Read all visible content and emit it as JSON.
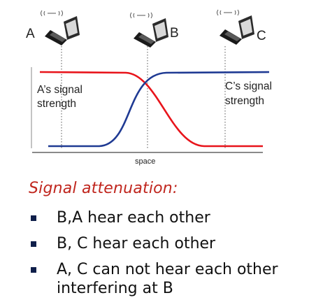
{
  "stations": [
    {
      "label": "A"
    },
    {
      "label": "B"
    },
    {
      "label": "C"
    }
  ],
  "signal_labels": {
    "a": [
      "A’s signal",
      "strength"
    ],
    "c": [
      "C’s signal",
      "strength"
    ]
  },
  "axis": {
    "x_label": "space"
  },
  "colors": {
    "a_curve": "#e8141b",
    "c_curve": "#1f3a93",
    "heading": "#c0261e",
    "bullet": "#0f1f4a"
  },
  "heading": "Signal attenuation:",
  "bullets": [
    {
      "lines": [
        "B,A hear each other"
      ]
    },
    {
      "lines": [
        "B, C hear each other"
      ]
    },
    {
      "lines": [
        "A, C can not hear each other",
        "interfering at B"
      ]
    }
  ],
  "icons": [
    "wireless-laptop-icon",
    "wireless-laptop-icon",
    "wireless-laptop-icon"
  ]
}
